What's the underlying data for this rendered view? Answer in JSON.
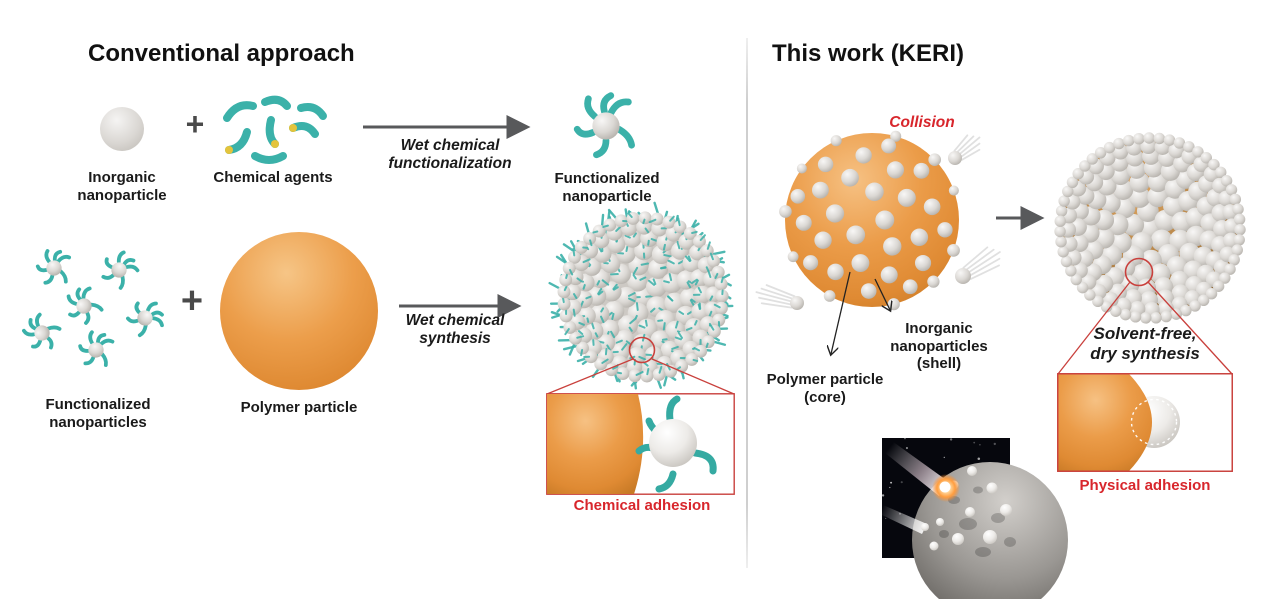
{
  "left_panel": {
    "title": "Conventional approach",
    "row1": {
      "reactant1_label": "Inorganic nanoparticle",
      "plus_sign": "+",
      "reactant2_label": "Chemical agents",
      "arrow_label": "Wet chemical functionalization",
      "product_label": "Functionalized nanoparticle"
    },
    "row2": {
      "reactant1_label": "Functionalized nanoparticles",
      "plus_sign": "+",
      "reactant2_label": "Polymer particle",
      "arrow_label": "Wet chemical synthesis"
    },
    "inset_caption": "Chemical adhesion"
  },
  "right_panel": {
    "title": "This work (KERI)",
    "collision_label": "Collision",
    "shell_label": "Inorganic nanoparticles (shell)",
    "core_label": "Polymer particle (core)",
    "inset_note": "Solvent-free, dry synthesis",
    "inset_caption": "Physical adhesion"
  },
  "colors": {
    "polymer_orange": "#E8923C",
    "functional_teal": "#3BB1A9",
    "agent_tip_yellow": "#E4C43C",
    "nanoparticle_gray": "#D6D3CF",
    "accent_red": "#D8262C",
    "red_line": "#C9403C",
    "arrow_gray": "#58595B"
  }
}
